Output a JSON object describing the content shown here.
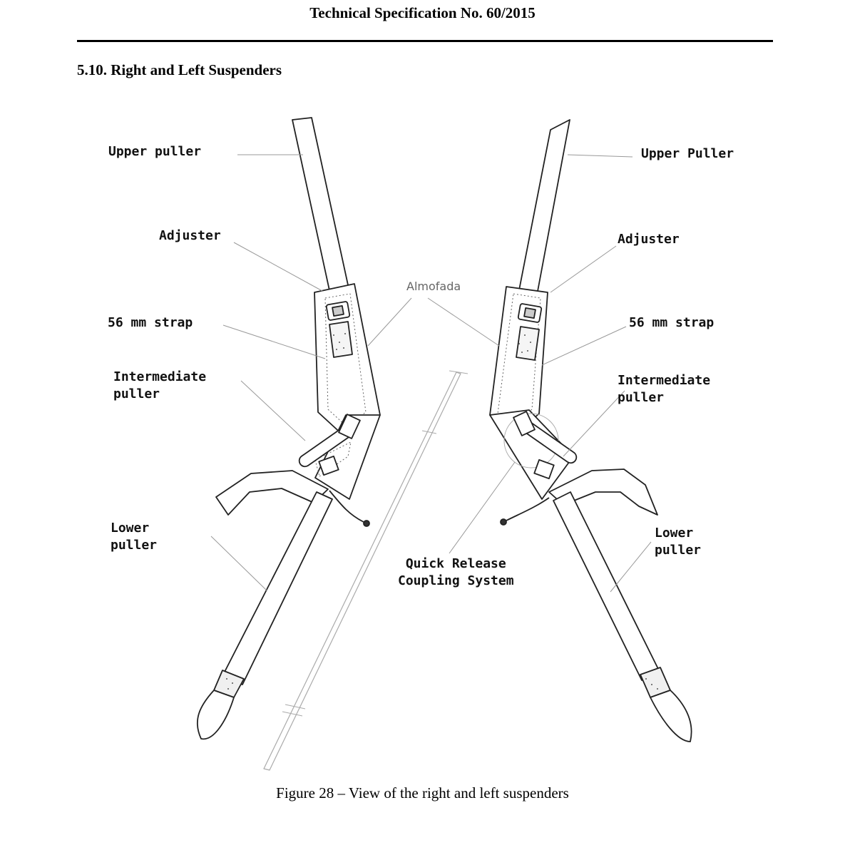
{
  "header": {
    "title": "Technical Specification No. 60/2015"
  },
  "section": {
    "heading": "5.10. Right and Left Suspenders"
  },
  "figure": {
    "labels": {
      "upper_left": "Upper puller",
      "upper_right": "Upper Puller",
      "adjuster_left": "Adjuster",
      "adjuster_right": "Adjuster",
      "strap_left": "56 mm strap",
      "strap_right": "56 mm strap",
      "intermediate_left": "Intermediate\npuller",
      "intermediate_right": "Intermediate\npuller",
      "lower_left": "Lower\npuller",
      "lower_right": "Lower\npuller",
      "almofada": "Almofada",
      "quick_release": "Quick Release\nCoupling System"
    },
    "caption": "Figure 28 – View of the right and left suspenders"
  }
}
